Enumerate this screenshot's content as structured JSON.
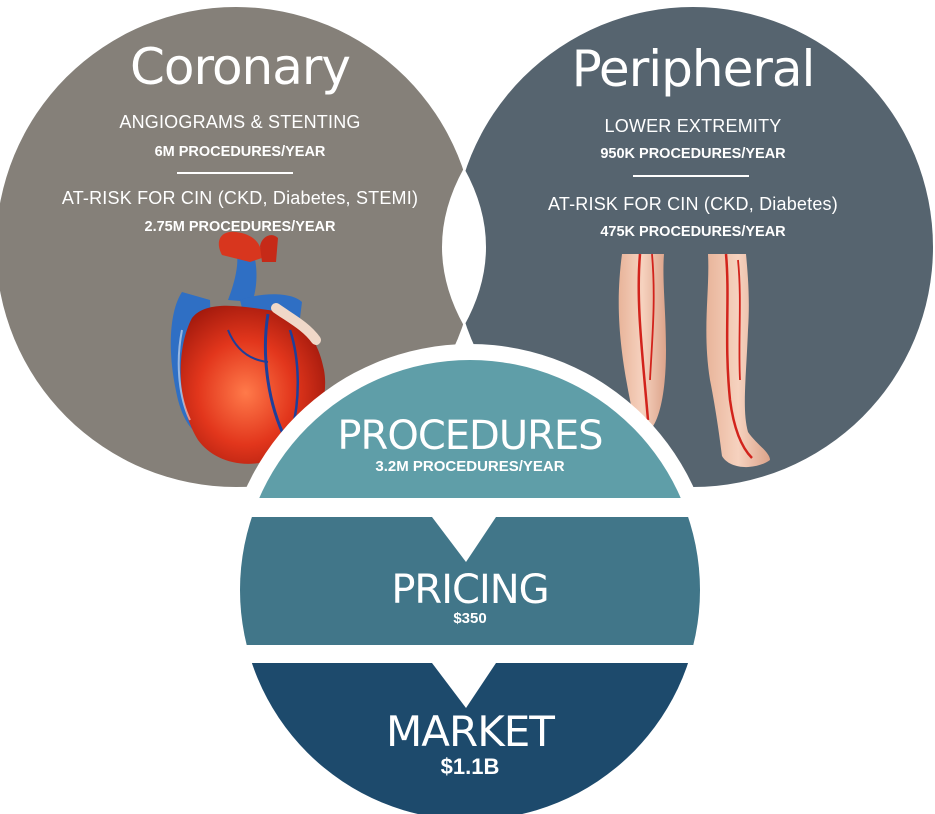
{
  "colors": {
    "coronary": "#858079",
    "peripheral": "#56646f",
    "procedures": "#5f9ea8",
    "pricing": "#417689",
    "market": "#1d4a6c"
  },
  "coronary": {
    "title": "Coronary",
    "line1": "ANGIOGRAMS & STENTING",
    "line1_value": "6M PROCEDURES/YEAR",
    "line2": "AT-RISK FOR CIN (CKD, Diabetes, STEMI)",
    "line2_value": "2.75M PROCEDURES/YEAR",
    "image": "heart-illustration"
  },
  "peripheral": {
    "title": "Peripheral",
    "line1": "LOWER EXTREMITY",
    "line1_value": "950K PROCEDURES/YEAR",
    "line2": "AT-RISK FOR CIN (CKD, Diabetes)",
    "line2_value": "475K PROCEDURES/YEAR",
    "image": "legs-illustration"
  },
  "funnel": {
    "procedures": {
      "label": "PROCEDURES",
      "value": "3.2M PROCEDURES/YEAR"
    },
    "pricing": {
      "label": "PRICING",
      "value": "$350"
    },
    "market": {
      "label": "MARKET",
      "value": "$1.1B"
    },
    "arrow_icon": "chevron-down-icon"
  }
}
